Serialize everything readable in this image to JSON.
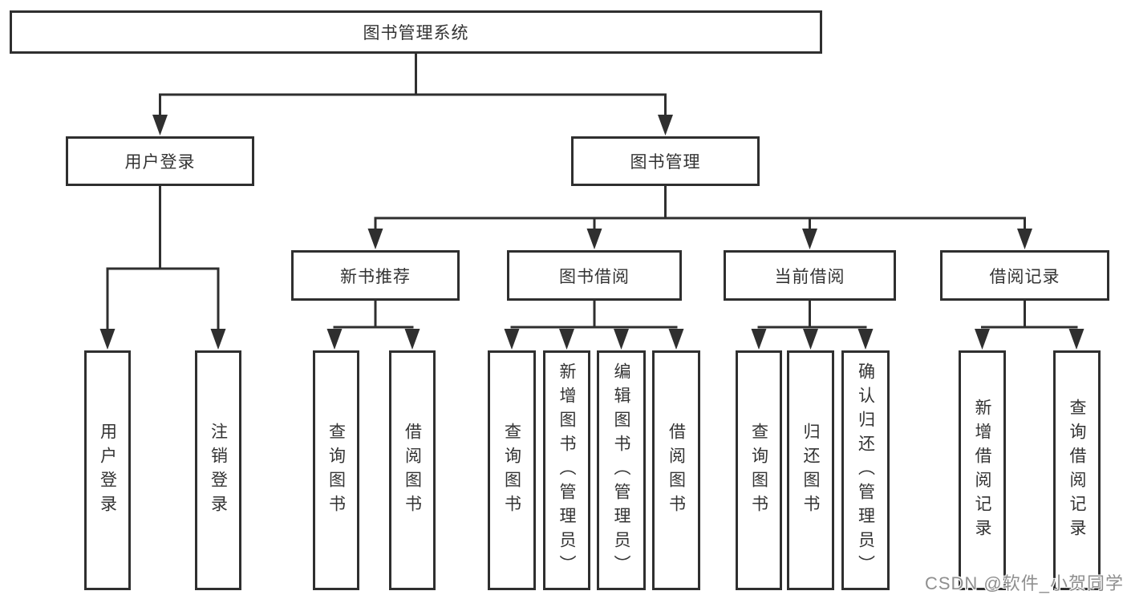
{
  "tree": {
    "label": "图书管理系统",
    "children": [
      {
        "label": "用户登录",
        "children": [
          {
            "label": "用户登录"
          },
          {
            "label": "注销登录"
          }
        ]
      },
      {
        "label": "图书管理",
        "children": [
          {
            "label": "新书推荐",
            "children": [
              {
                "label": "查询图书"
              },
              {
                "label": "借阅图书"
              }
            ]
          },
          {
            "label": "图书借阅",
            "children": [
              {
                "label": "查询图书"
              },
              {
                "label": "新增图书（管理员）"
              },
              {
                "label": "编辑图书（管理员）"
              },
              {
                "label": "借阅图书"
              }
            ]
          },
          {
            "label": "当前借阅",
            "children": [
              {
                "label": "查询图书"
              },
              {
                "label": "归还图书"
              },
              {
                "label": "确认归还（管理员）"
              }
            ]
          },
          {
            "label": "借阅记录",
            "children": [
              {
                "label": "新增借阅记录"
              },
              {
                "label": "查询借阅记录"
              }
            ]
          }
        ]
      }
    ]
  },
  "watermark": {
    "text": "CSDN @软件_小贺同学"
  },
  "colors": {
    "line": "#2f2f2f",
    "box_border": "#2f2f2f",
    "text": "#333333",
    "watermark": "#8f8f8f",
    "background": "#ffffff"
  }
}
